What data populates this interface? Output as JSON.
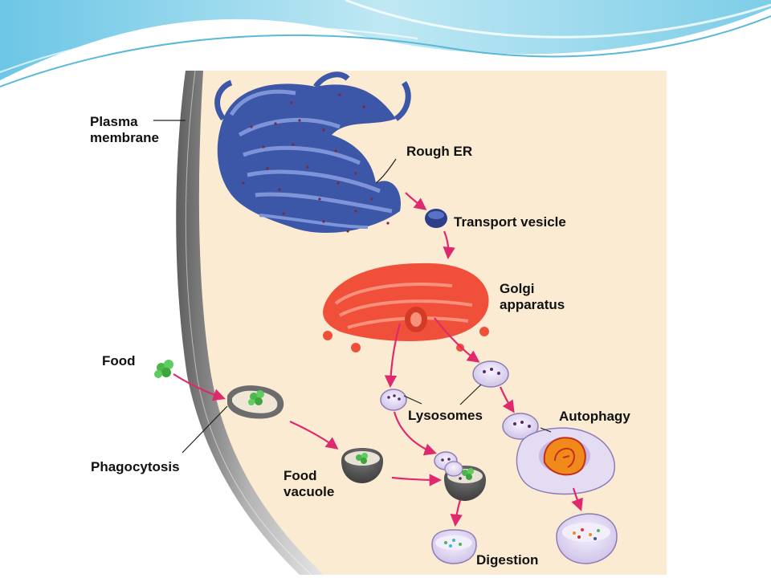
{
  "theme": {
    "banner_color": "#8fd6ea",
    "cytoplasm_color": "#fbebd2",
    "membrane_color": "#8e8e8e",
    "er_color": "#3c56a8",
    "golgi_color": "#f0503a",
    "arrow_color": "#e0286e",
    "lysosome_color": "#e4dcf2",
    "food_color": "#4cb84c"
  },
  "labels": {
    "plasma_membrane": [
      "Plasma",
      "membrane"
    ],
    "rough_er": "Rough ER",
    "transport_vesicle": "Transport vesicle",
    "golgi_apparatus": [
      "Golgi",
      "apparatus"
    ],
    "food": "Food",
    "lysosomes": "Lysosomes",
    "autophagy": "Autophagy",
    "phagocytosis": "Phagocytosis",
    "food_vacuole": [
      "Food",
      "vacuole"
    ],
    "digestion": "Digestion"
  }
}
